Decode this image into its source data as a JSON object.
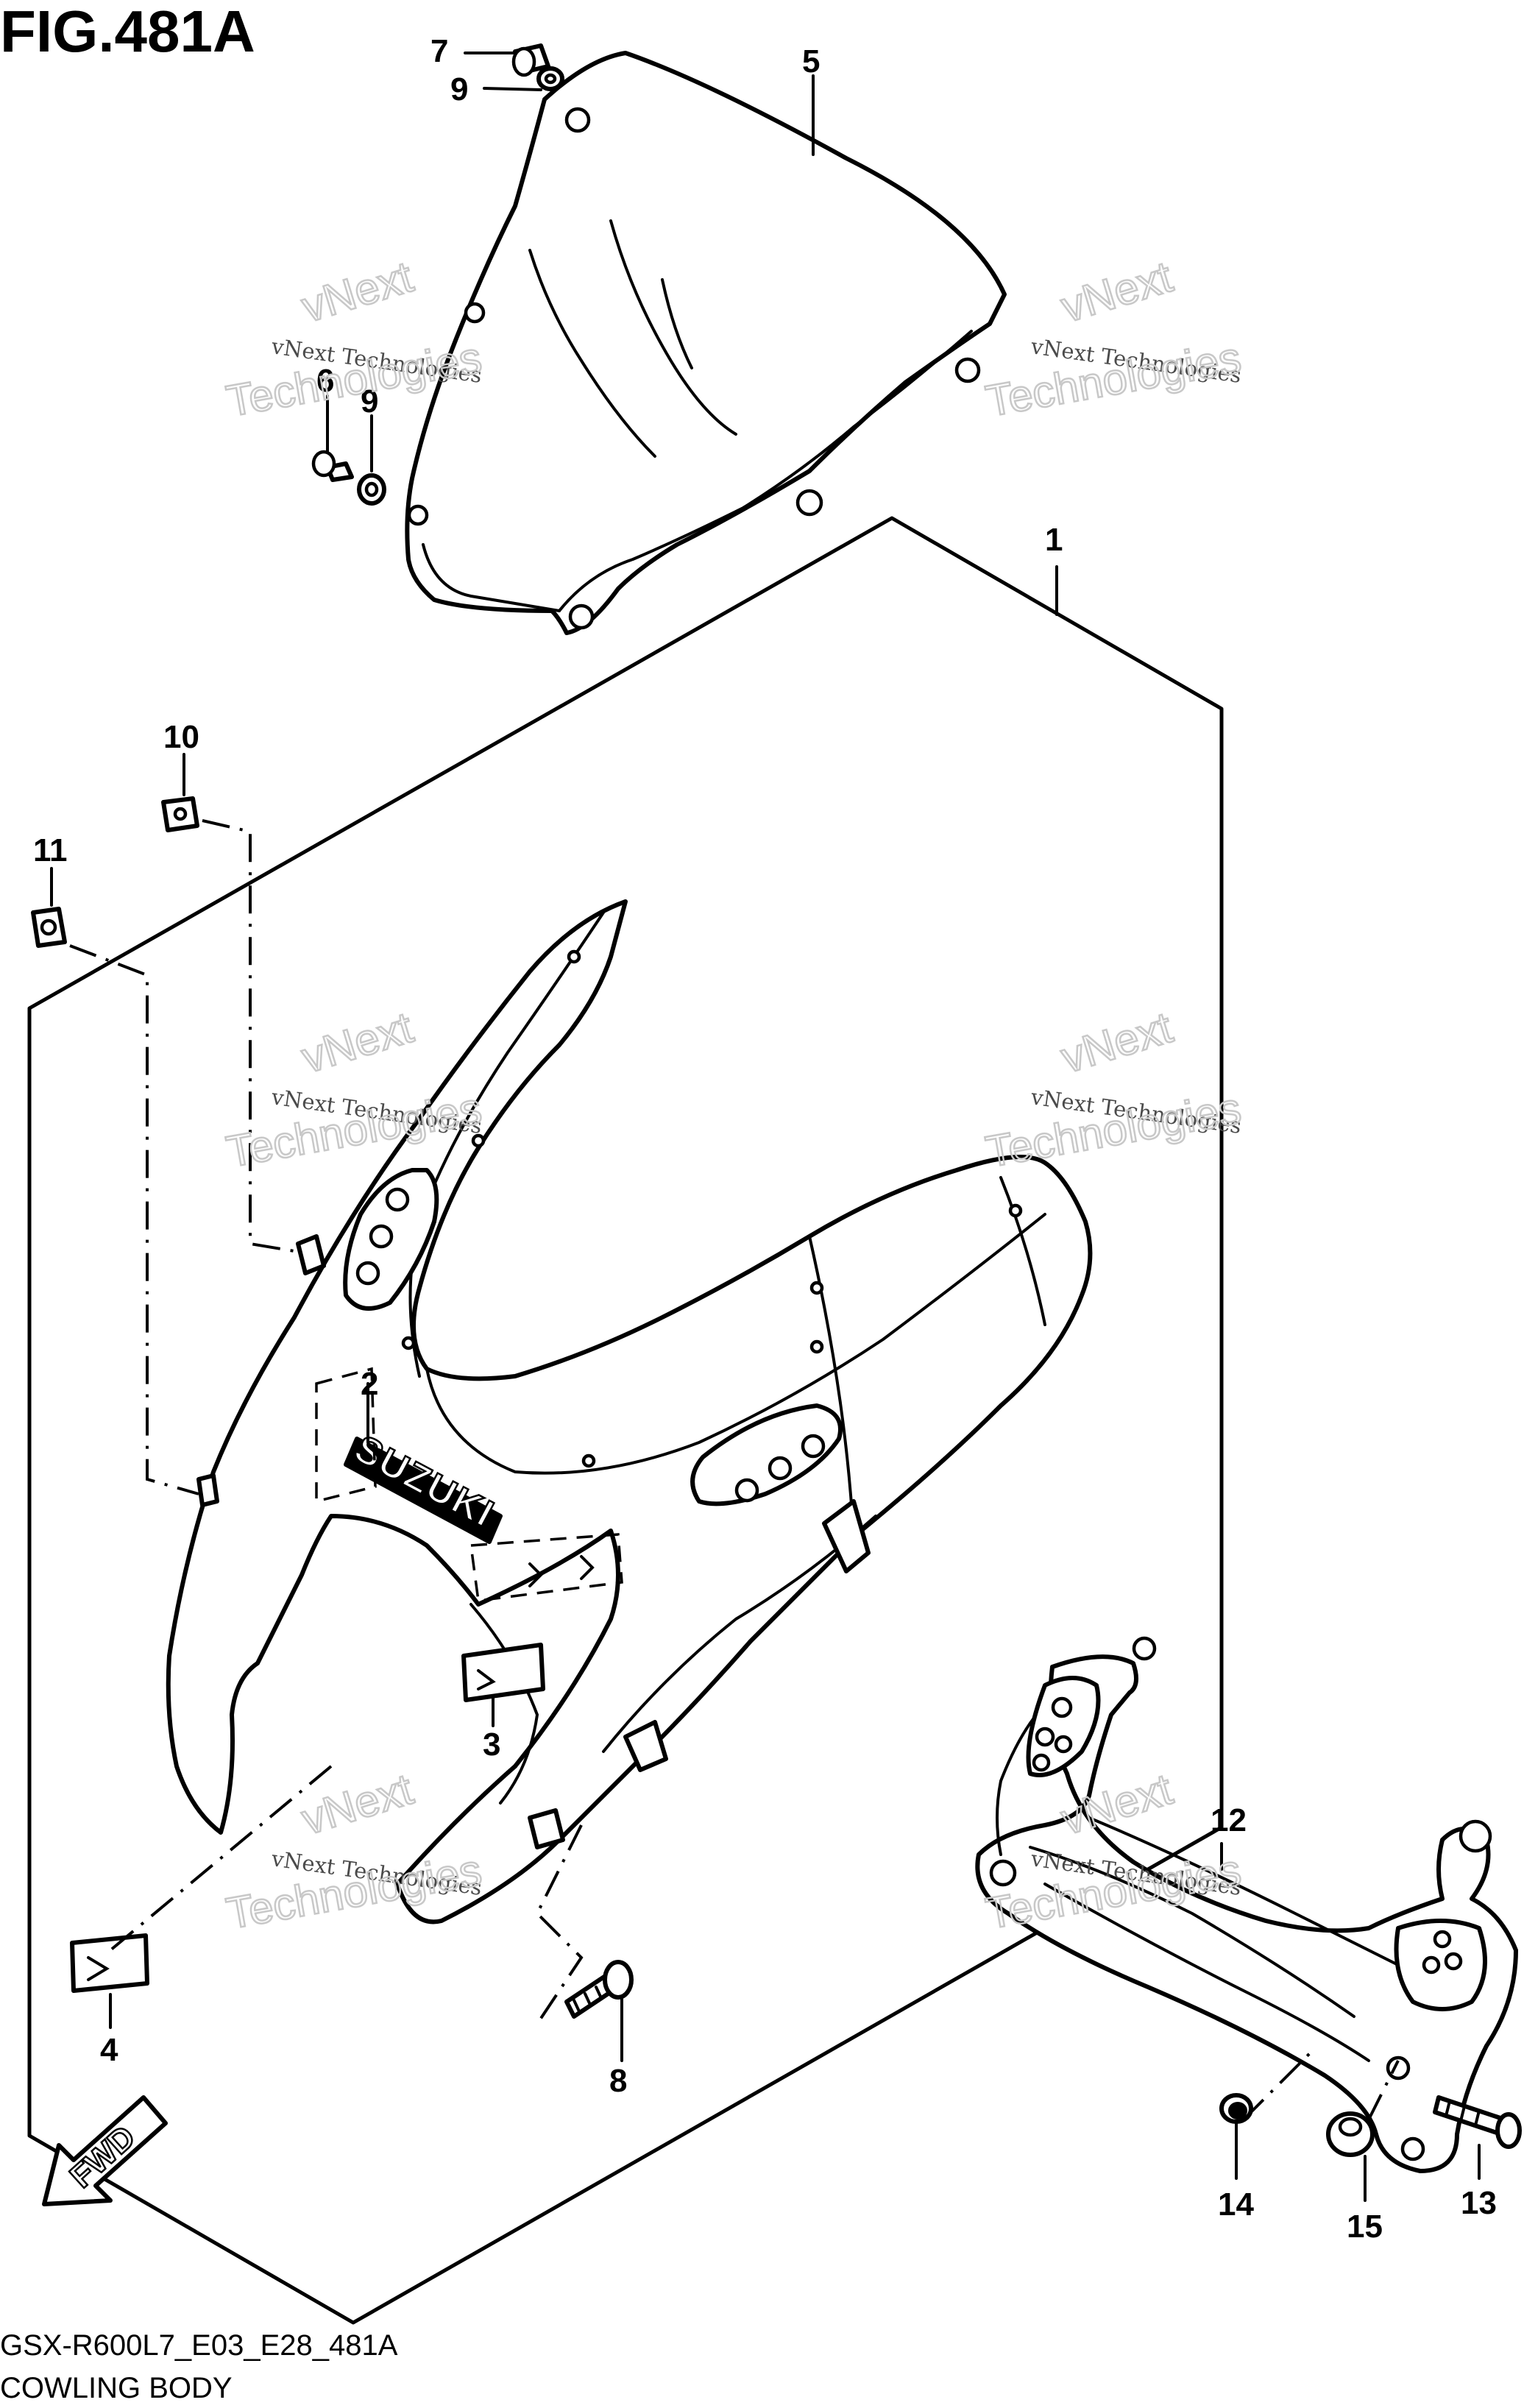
{
  "figure": {
    "title": "FIG.481A",
    "code": "GSX-R600L7_E03_E28_481A",
    "caption": "COWLING BODY"
  },
  "callouts": [
    "1",
    "2",
    "3",
    "4",
    "5",
    "6",
    "7",
    "8",
    "9",
    "9",
    "10",
    "11",
    "12",
    "13",
    "14",
    "15"
  ],
  "emblem_text": "SUZUKI",
  "direction_label": "FWD",
  "watermark": {
    "line1": "vNext Technologies",
    "line2a": "vNext",
    "line2b": "Technologies"
  },
  "colors": {
    "ink": "#000000",
    "paper": "#ffffff",
    "watermark": "#c8c8c8"
  }
}
